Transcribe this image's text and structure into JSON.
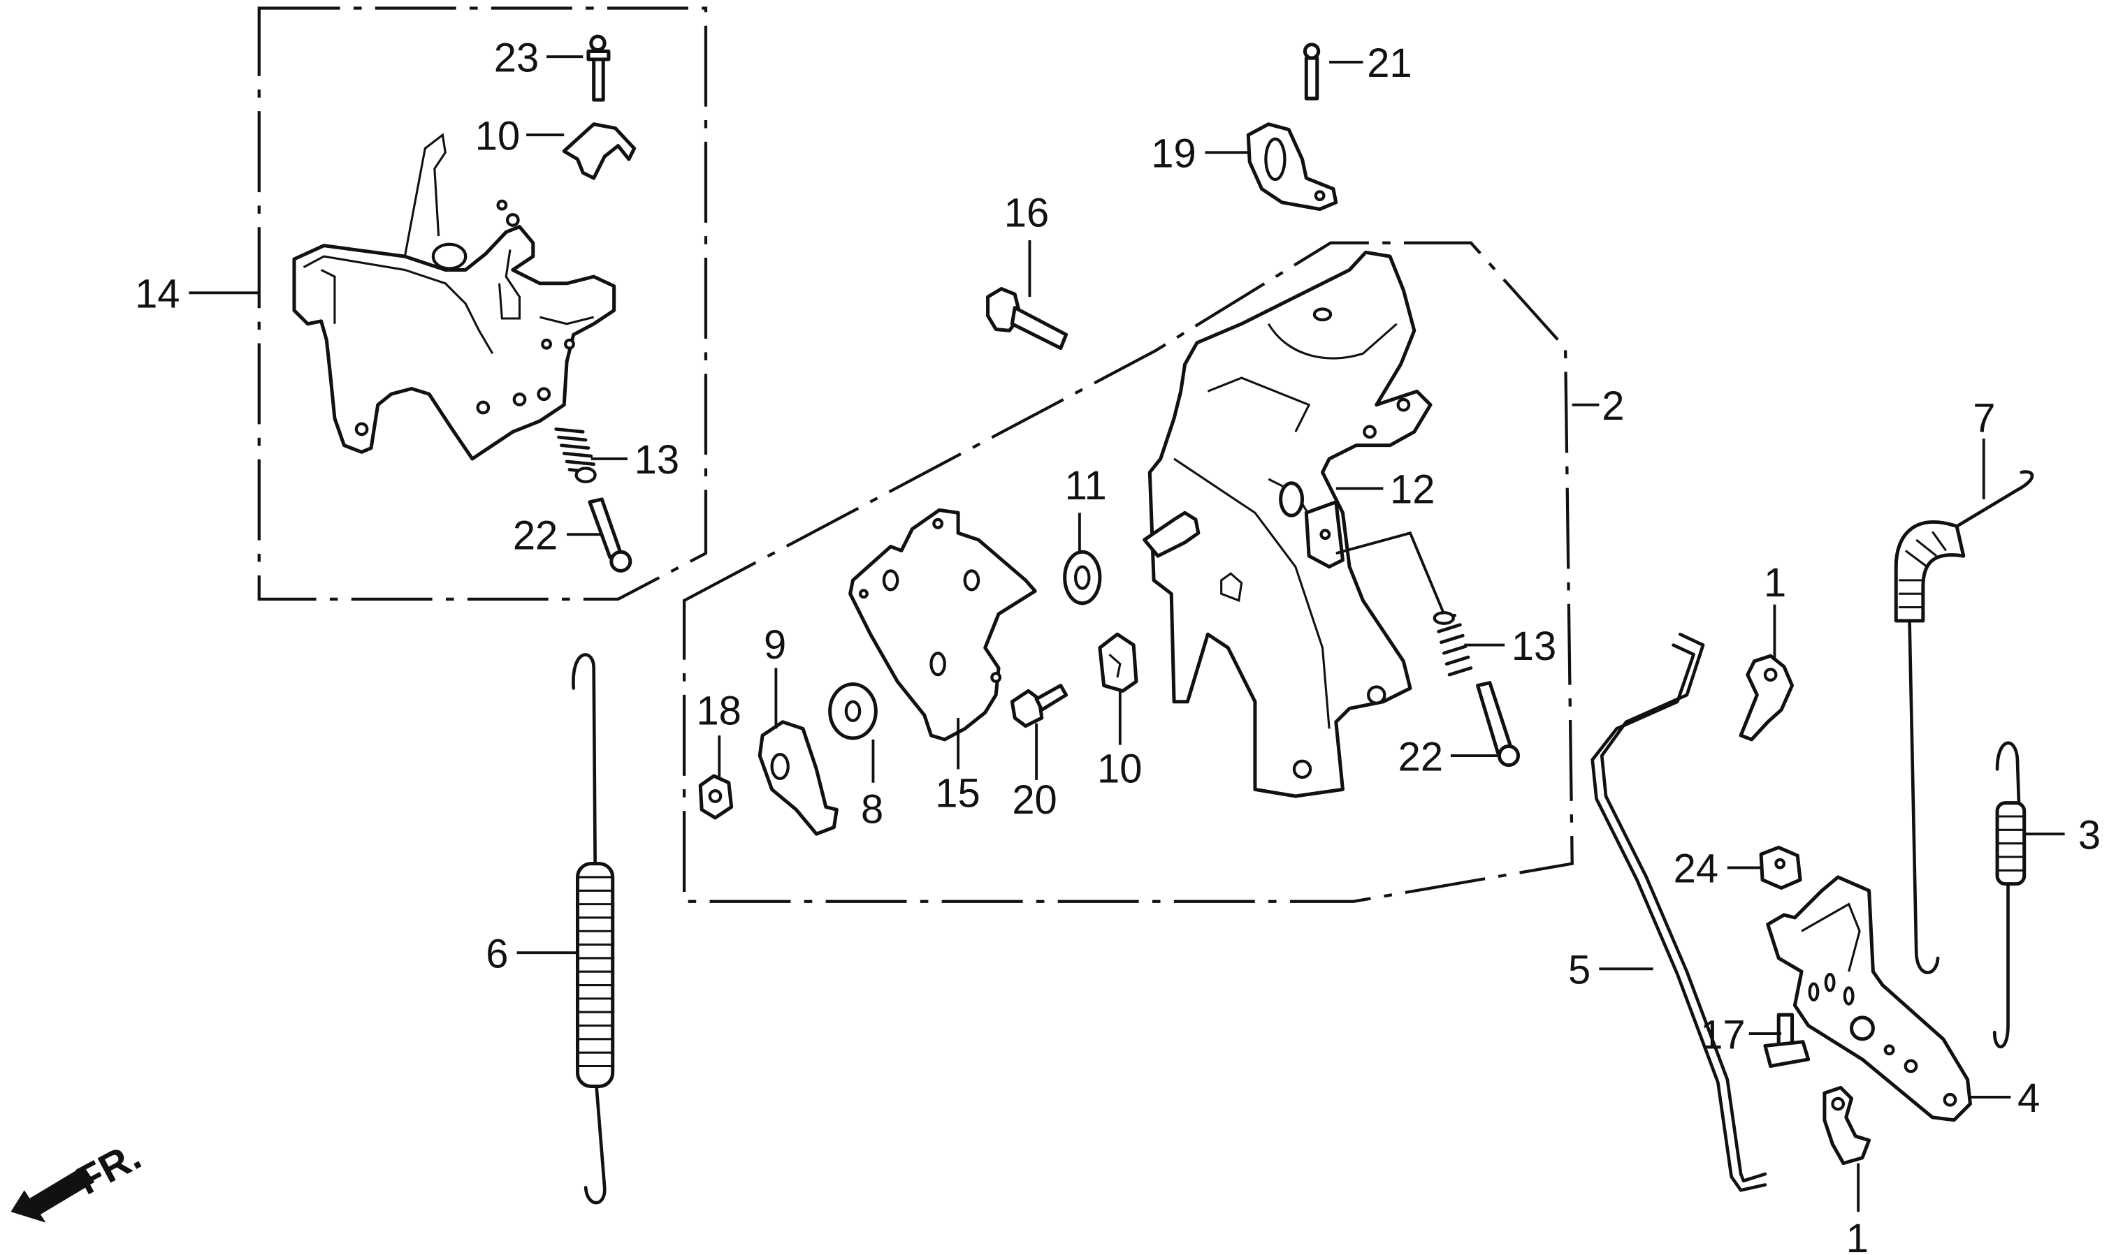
{
  "diagram": {
    "title": "Control assembly exploded parts view",
    "direction_marker": "FR.",
    "callouts": {
      "c1a": "1",
      "c1b": "1",
      "c2": "2",
      "c3": "3",
      "c4": "4",
      "c5": "5",
      "c6": "6",
      "c7": "7",
      "c8": "8",
      "c9": "9",
      "c10a": "10",
      "c10b": "10",
      "c11": "11",
      "c12": "12",
      "c13a": "13",
      "c13b": "13",
      "c14": "14",
      "c15": "15",
      "c16": "16",
      "c17": "17",
      "c18": "18",
      "c19": "19",
      "c20": "20",
      "c21": "21",
      "c22a": "22",
      "c22b": "22",
      "c23": "23",
      "c24": "24"
    }
  }
}
